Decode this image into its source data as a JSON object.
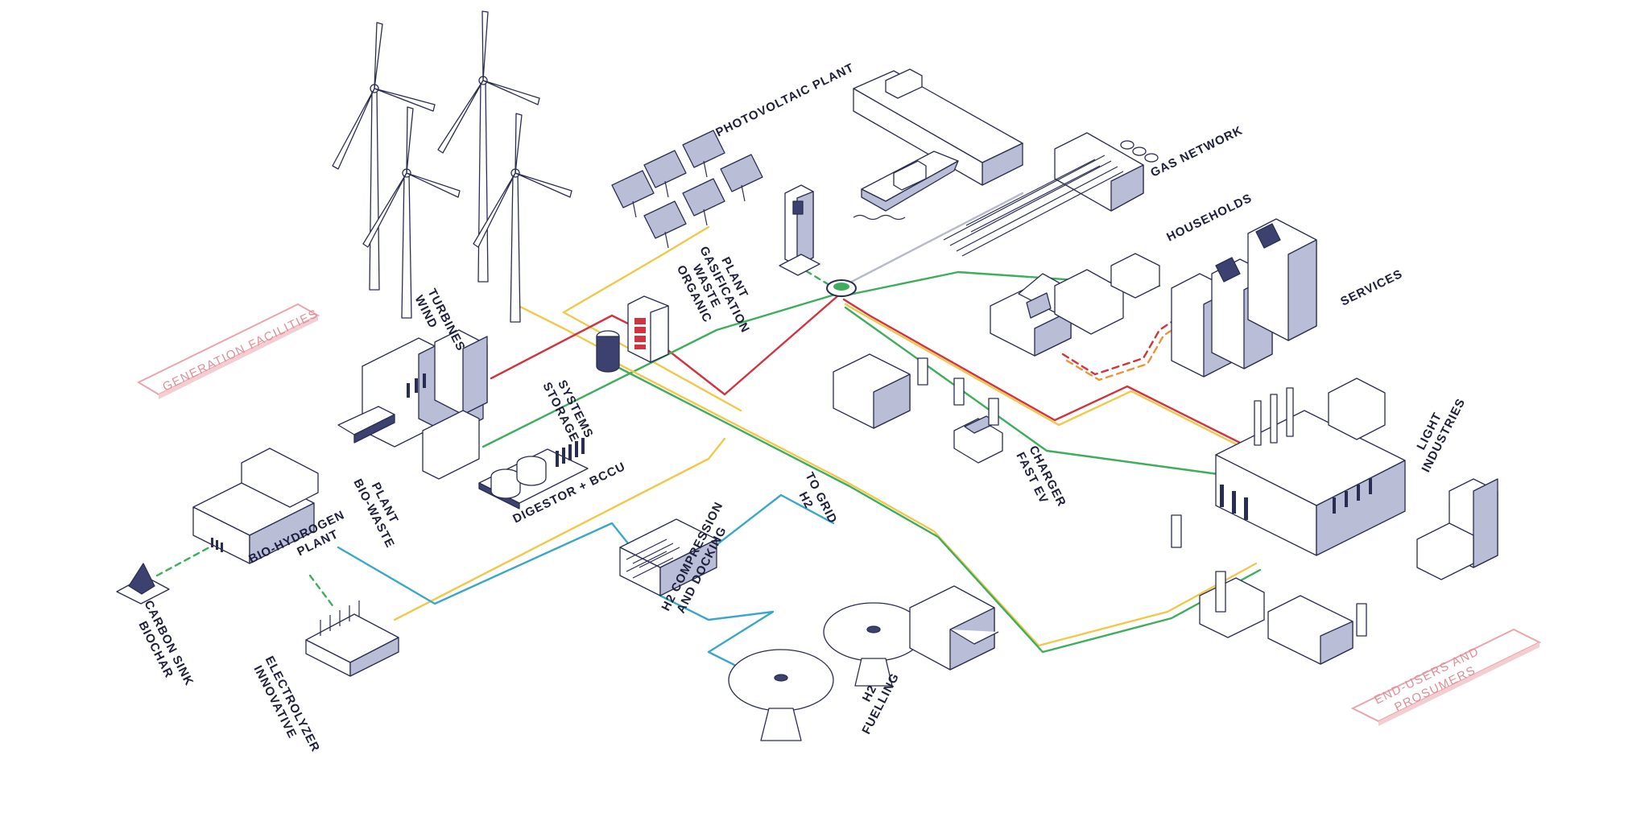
{
  "colors": {
    "yellow": "#f2c84b",
    "green": "#3dae5c",
    "red": "#d0343f",
    "blue": "#3aa7c9",
    "orange": "#f0913a",
    "gray": "#b7bac9",
    "tag": "#e8a5ae",
    "ink": "#1d1f3d"
  },
  "tags": {
    "generation": "GENERATION FACILITIES",
    "endusers_line1": "END-USERS AND",
    "endusers_line2": "PROSUMERS"
  },
  "labels": {
    "wind": [
      "WIND",
      "TURBINES"
    ],
    "photovoltaic": [
      "PHOTOVOLTAIC PLANT"
    ],
    "gas_network": [
      "GAS NETWORK"
    ],
    "households": [
      "HOUSEHOLDS"
    ],
    "services": [
      "SERVICES"
    ],
    "organic_waste": [
      "ORGANIC",
      "WASTE",
      "GASIFICATION",
      "PLANT"
    ],
    "storage": [
      "STORAGE",
      "SYSTEMS"
    ],
    "bio_waste": [
      "BIO-WASTE",
      "PLANT"
    ],
    "digestor": [
      "DIGESTOR + BCCU"
    ],
    "fast_ev": [
      "FAST EV",
      "CHARGER"
    ],
    "light_industries": [
      "LIGHT",
      "INDUSTRIES"
    ],
    "bio_hydrogen": [
      "BIO-HYDROGEN",
      "PLANT"
    ],
    "biochar": [
      "BIOCHAR",
      "CARBON SINK"
    ],
    "electrolyzer": [
      "INNOVATIVE",
      "ELECTROLYZER"
    ],
    "h2_compression": [
      "H2 COMPRESSION",
      "AND DOCKING"
    ],
    "h2_grid": [
      "H2",
      "TO GRID"
    ],
    "h2_fuelling": [
      "H2",
      "FUELLING"
    ]
  }
}
